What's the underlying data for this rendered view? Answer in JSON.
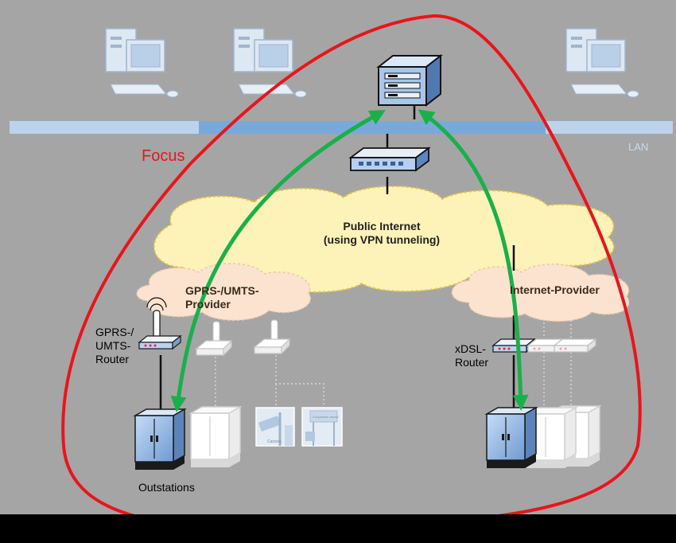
{
  "labels": {
    "focus": "Focus",
    "lan": "LAN",
    "public_internet_line1": "Public Internet",
    "public_internet_line2": "(using VPN tunneling)",
    "gprs_provider_line1": "GPRS-/UMTS-",
    "gprs_provider_line2": "Provider",
    "internet_provider": "Internet-Provider",
    "gprs_router_line1": "GPRS-/",
    "gprs_router_line2": "UMTS-",
    "gprs_router_line3": "Router",
    "xdsl_router_line1": "xDSL-",
    "xdsl_router_line2": "Router",
    "outstations": "Outstations",
    "camera_screen_text": "Camera",
    "alarm_screen_text": "Congestion ahead"
  },
  "colors": {
    "background": "#a5a5a5",
    "focus_outline": "#e8151b",
    "vpn_arrows": "#19b04a",
    "lan_bar": "#bcd3ec",
    "cloud_public": "#fdf2b8",
    "cloud_provider": "#fbe3cf",
    "cabinet": "#8fb6e6"
  },
  "icons": [
    "workstation-icon",
    "server-icon",
    "network-switch-icon",
    "wireless-router-icon",
    "dsl-router-icon",
    "control-cabinet-icon",
    "camera-icon",
    "message-sign-icon"
  ]
}
